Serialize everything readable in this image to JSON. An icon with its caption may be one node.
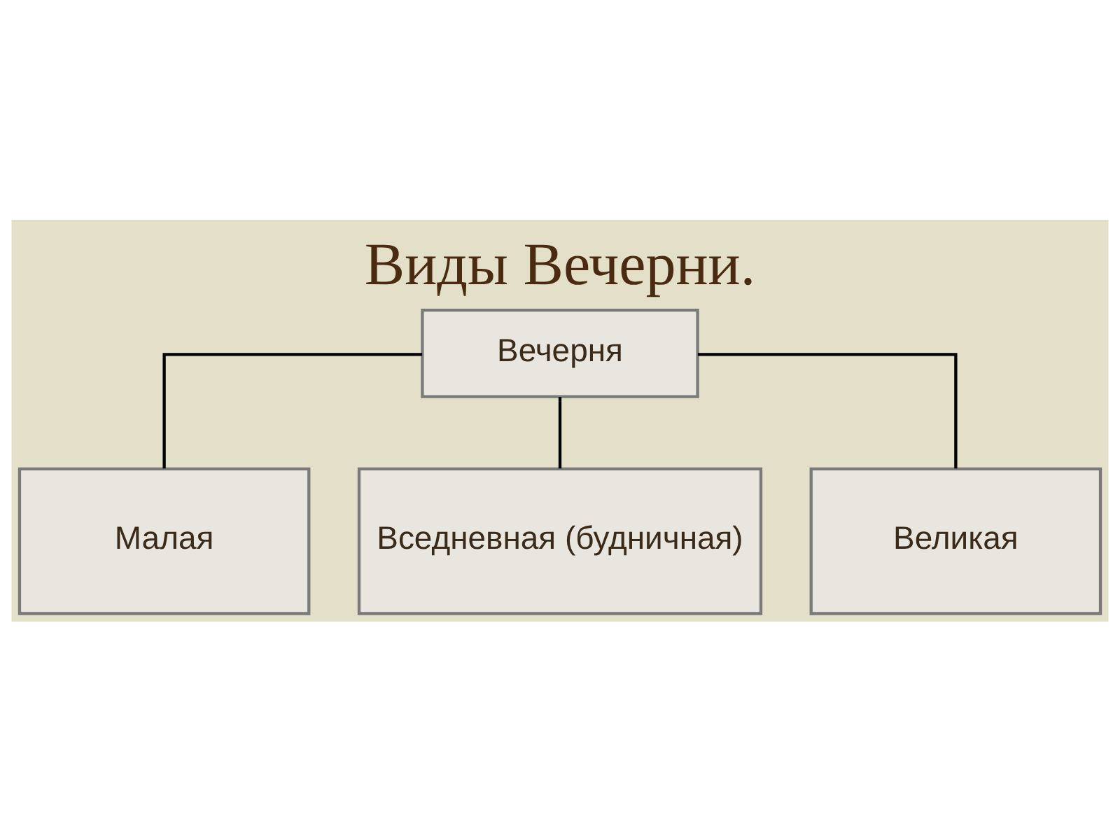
{
  "diagram": {
    "title": "Виды Вечерни.",
    "nodes": [
      {
        "text": [
          "Вечерня"
        ]
      },
      {
        "text": [
          "Малая"
        ]
      },
      {
        "text": [
          "Вседневная (будничная)"
        ]
      },
      {
        "text": [
          "Великая"
        ]
      }
    ],
    "edges": [
      {
        "from": 0,
        "to": 1,
        "arrow": "none"
      },
      {
        "from": 0,
        "to": 2,
        "arrow": "none"
      },
      {
        "from": 0,
        "to": 3,
        "arrow": "none"
      }
    ]
  }
}
